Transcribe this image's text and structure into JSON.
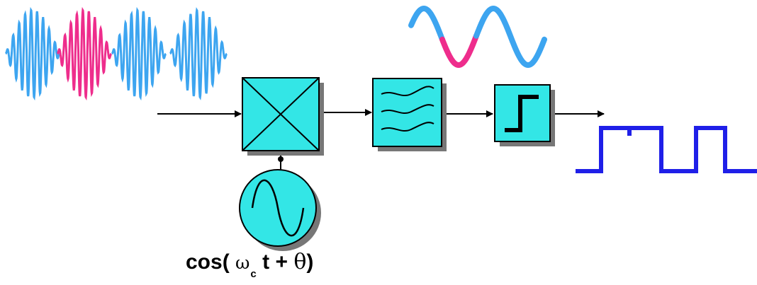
{
  "formula": {
    "prefix": "cos(",
    "omega": "ω",
    "subscript": "c",
    "time_var": "t",
    "plus": "+",
    "theta": "θ",
    "suffix": ")"
  },
  "colors": {
    "cyan_fill": "#33e6e6",
    "wave_light_blue": "#3da5f0",
    "wave_magenta": "#ee2d8c",
    "square_wave_blue": "#1f1fe8",
    "line_black": "#000000",
    "shadow_gray": "#777777"
  },
  "icons": [
    "multiplier-icon",
    "low-pass-filter-icon",
    "comparator-step-icon",
    "oscillator-sine-icon"
  ]
}
